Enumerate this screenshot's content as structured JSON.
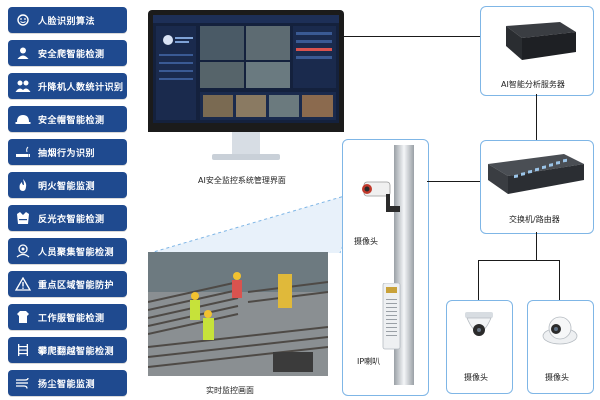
{
  "menu": [
    {
      "label": "人脸识别算法",
      "icon": "face-icon"
    },
    {
      "label": "安全爬智能检测",
      "icon": "user-icon"
    },
    {
      "label": "升降机人数统计识别",
      "icon": "people-icon"
    },
    {
      "label": "安全帽智能检测",
      "icon": "helmet-icon"
    },
    {
      "label": "抽烟行为识别",
      "icon": "cigarette-icon"
    },
    {
      "label": "明火智能监测",
      "icon": "fire-icon"
    },
    {
      "label": "反光衣智能检测",
      "icon": "vest-icon"
    },
    {
      "label": "人员聚集智能检测",
      "icon": "crowd-icon"
    },
    {
      "label": "重点区域智能防护",
      "icon": "warning-icon"
    },
    {
      "label": "工作服智能检测",
      "icon": "work-clothes-icon"
    },
    {
      "label": "攀爬翻越智能检测",
      "icon": "climb-icon"
    },
    {
      "label": "扬尘智能监测",
      "icon": "dust-icon"
    }
  ],
  "captions": {
    "monitor": "AI安全监控系统管理界面",
    "live_feed": "实时监控画面",
    "ai_server": "AI智能分析服务器",
    "switch": "交换机/路由器",
    "pole_camera": "摄像头",
    "ip_speaker": "IP喇叭",
    "dome_camera": "摄像头",
    "eyeball_camera": "摄像头"
  },
  "colors": {
    "menu_bg": "#1f4a8f",
    "box_border": "#7fb6e6",
    "monitor_screen": "#14213d"
  }
}
